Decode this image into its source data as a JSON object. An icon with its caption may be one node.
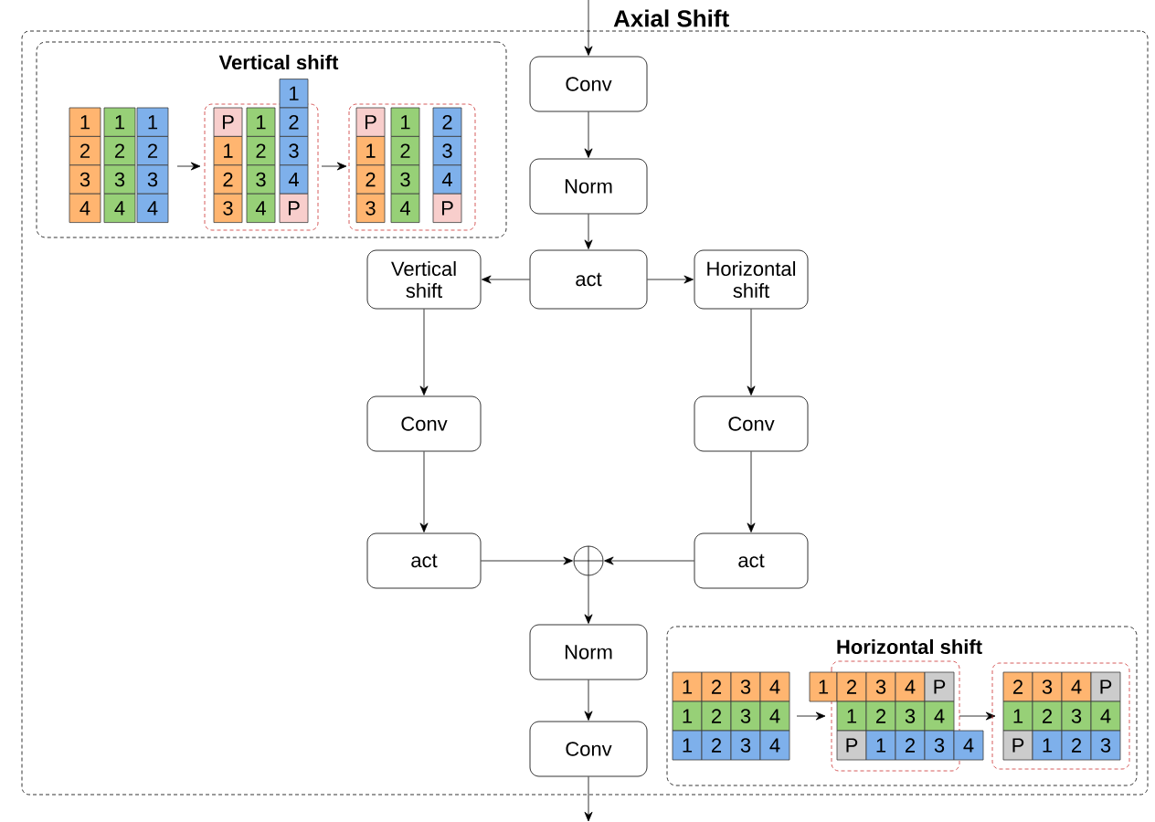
{
  "diagram": {
    "nodes": [
      {
        "text": [
          "Axial Shift"
        ]
      },
      {
        "text": [
          "Vertical shift"
        ],
        "in": 0
      },
      {
        "text": [
          "Conv"
        ],
        "in": 0
      },
      {
        "text": [
          "Norm"
        ],
        "in": 0
      },
      {
        "text": [
          "Vertical shift"
        ],
        "in": 0
      },
      {
        "text": [
          "act"
        ],
        "in": 0
      },
      {
        "text": [
          "Horizontal shift"
        ],
        "in": 0
      },
      {
        "text": [
          "Conv"
        ],
        "in": 0
      },
      {
        "text": [
          "Conv"
        ],
        "in": 0
      },
      {
        "text": [
          "act"
        ],
        "in": 0
      },
      {
        "text": [],
        "shape": "circle",
        "in": 0
      },
      {
        "text": [
          "act"
        ],
        "in": 0
      },
      {
        "text": [
          "Norm"
        ],
        "in": 0
      },
      {
        "text": [
          "Horizontal shift"
        ],
        "in": 0
      },
      {
        "text": [
          "Conv"
        ],
        "in": 0
      }
    ],
    "edges": [
      {
        "from": null,
        "to": 2,
        "arrow": "to"
      },
      {
        "from": 2,
        "to": 3,
        "arrow": "to"
      },
      {
        "from": 3,
        "to": 5,
        "arrow": "to"
      },
      {
        "from": 5,
        "to": 4,
        "arrow": "to"
      },
      {
        "from": 5,
        "to": 6,
        "arrow": "to"
      },
      {
        "from": 4,
        "to": 7,
        "arrow": "to"
      },
      {
        "from": 6,
        "to": 8,
        "arrow": "to"
      },
      {
        "from": 7,
        "to": 9,
        "arrow": "to"
      },
      {
        "from": 8,
        "to": 11,
        "arrow": "to"
      },
      {
        "from": 9,
        "to": 10,
        "arrow": "to"
      },
      {
        "from": 11,
        "to": 10,
        "arrow": "to"
      },
      {
        "from": 10,
        "to": 12,
        "arrow": "to"
      },
      {
        "from": 12,
        "to": 14,
        "arrow": "to"
      },
      {
        "from": 14,
        "to": null,
        "arrow": "to"
      }
    ],
    "labels": [
      "1",
      "1",
      "1",
      "2",
      "2",
      "2",
      "3",
      "3",
      "3",
      "4",
      "4",
      "4",
      "1",
      "P",
      "1",
      "2",
      "1",
      "2",
      "3",
      "2",
      "3",
      "4",
      "3",
      "4",
      "P",
      "P",
      "1",
      "2",
      "1",
      "2",
      "3",
      "2",
      "3",
      "4",
      "3",
      "4",
      "P",
      "1",
      "2",
      "3",
      "4",
      "1",
      "2",
      "3",
      "4",
      "1",
      "2",
      "3",
      "4",
      "1",
      "2",
      "3",
      "4",
      "P",
      "1",
      "2",
      "3",
      "4",
      "P",
      "1",
      "2",
      "3",
      "4",
      "2",
      "3",
      "4",
      "P",
      "1",
      "2",
      "3",
      "4",
      "P",
      "1",
      "2",
      "3"
    ]
  }
}
